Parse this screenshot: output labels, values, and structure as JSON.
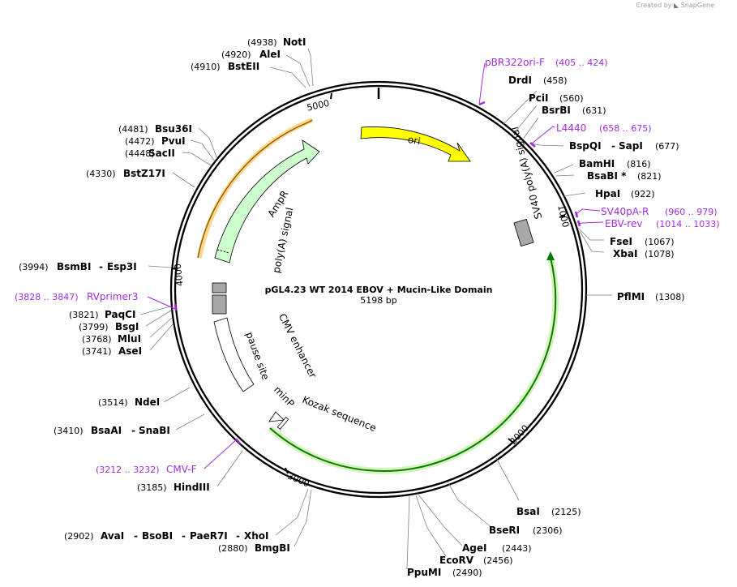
{
  "credit": {
    "prefix": "Created by",
    "brand": "SnapGene"
  },
  "plasmid": {
    "name": "pGL4.23 WT 2014 EBOV + Mucin-Like Domain",
    "length_label": "5198 bp",
    "length": 5198
  },
  "ticks": [
    "1000",
    "2000",
    "3000",
    "4000",
    "5000"
  ],
  "sites": [
    {
      "name": "NotI",
      "pos": "(4938)"
    },
    {
      "name": "AleI",
      "pos": "(4920)"
    },
    {
      "name": "BstEII",
      "pos": "(4910)"
    },
    {
      "name": "DrdI",
      "pos": "(458)"
    },
    {
      "name": "PciI",
      "pos": "(560)"
    },
    {
      "name": "BsrBI",
      "pos": "(631)"
    },
    {
      "name": "BspQI",
      "name2": "SapI",
      "pos": "(677)"
    },
    {
      "name": "BamHI",
      "pos": "(816)"
    },
    {
      "name": "BsaBI *",
      "pos": "(821)"
    },
    {
      "name": "HpaI",
      "pos": "(922)"
    },
    {
      "name": "FseI",
      "pos": "(1067)"
    },
    {
      "name": "XbaI",
      "pos": "(1078)"
    },
    {
      "name": "PflMI",
      "pos": "(1308)"
    },
    {
      "name": "BsaI",
      "pos": "(2125)"
    },
    {
      "name": "BseRI",
      "pos": "(2306)"
    },
    {
      "name": "AgeI",
      "pos": "(2443)"
    },
    {
      "name": "EcoRV",
      "pos": "(2456)"
    },
    {
      "name": "PpuMI",
      "pos": "(2490)"
    },
    {
      "name": "Bsu36I",
      "pos": "(4481)"
    },
    {
      "name": "PvuI",
      "pos": "(4472)"
    },
    {
      "name": "SacII",
      "pos": "(4448)"
    },
    {
      "name": "BstZ17I",
      "pos": "(4330)"
    },
    {
      "name": "BsmBI",
      "name2": "Esp3I",
      "pos": "(3994)"
    },
    {
      "name": "PaqCI",
      "pos": "(3821)"
    },
    {
      "name": "BsgI",
      "pos": "(3799)"
    },
    {
      "name": "MluI",
      "pos": "(3768)"
    },
    {
      "name": "AseI",
      "pos": "(3741)"
    },
    {
      "name": "NdeI",
      "pos": "(3514)"
    },
    {
      "name": "BsaAI",
      "name2": "SnaBI",
      "pos": "(3410)"
    },
    {
      "name": "HindIII",
      "pos": "(3185)"
    },
    {
      "name": "AvaI",
      "name2": "BsoBI",
      "name3": "PaeR7I",
      "name4": "XhoI",
      "pos": "(2902)"
    },
    {
      "name": "BmgBI",
      "pos": "(2880)"
    }
  ],
  "primers": [
    {
      "name": "pBR322ori-F",
      "pos": "(405 .. 424)"
    },
    {
      "name": "L4440",
      "pos": "(658 .. 675)"
    },
    {
      "name": "SV40pA-R",
      "pos": "(960 .. 979)"
    },
    {
      "name": "EBV-rev",
      "pos": "(1014 .. 1033)"
    },
    {
      "name": "RVprimer3",
      "pos": "(3828 .. 3847)"
    },
    {
      "name": "CMV-F",
      "pos": "(3212 .. 3232)"
    }
  ],
  "features": {
    "ori": "ori",
    "sv40": "SV40 poly(A) signal",
    "ampr": "AmpR",
    "polya": "poly(A) signal",
    "cmv": "CMV enhancer",
    "pause": "pause site",
    "minp": "minP",
    "kozak": "Kozak sequence"
  },
  "colors": {
    "ori": "#ffff00",
    "ampr": "#ccffcc",
    "insert": "#009900",
    "orange": "#c87800",
    "gray": "#a8a8a8",
    "primer": "#a32be0"
  }
}
